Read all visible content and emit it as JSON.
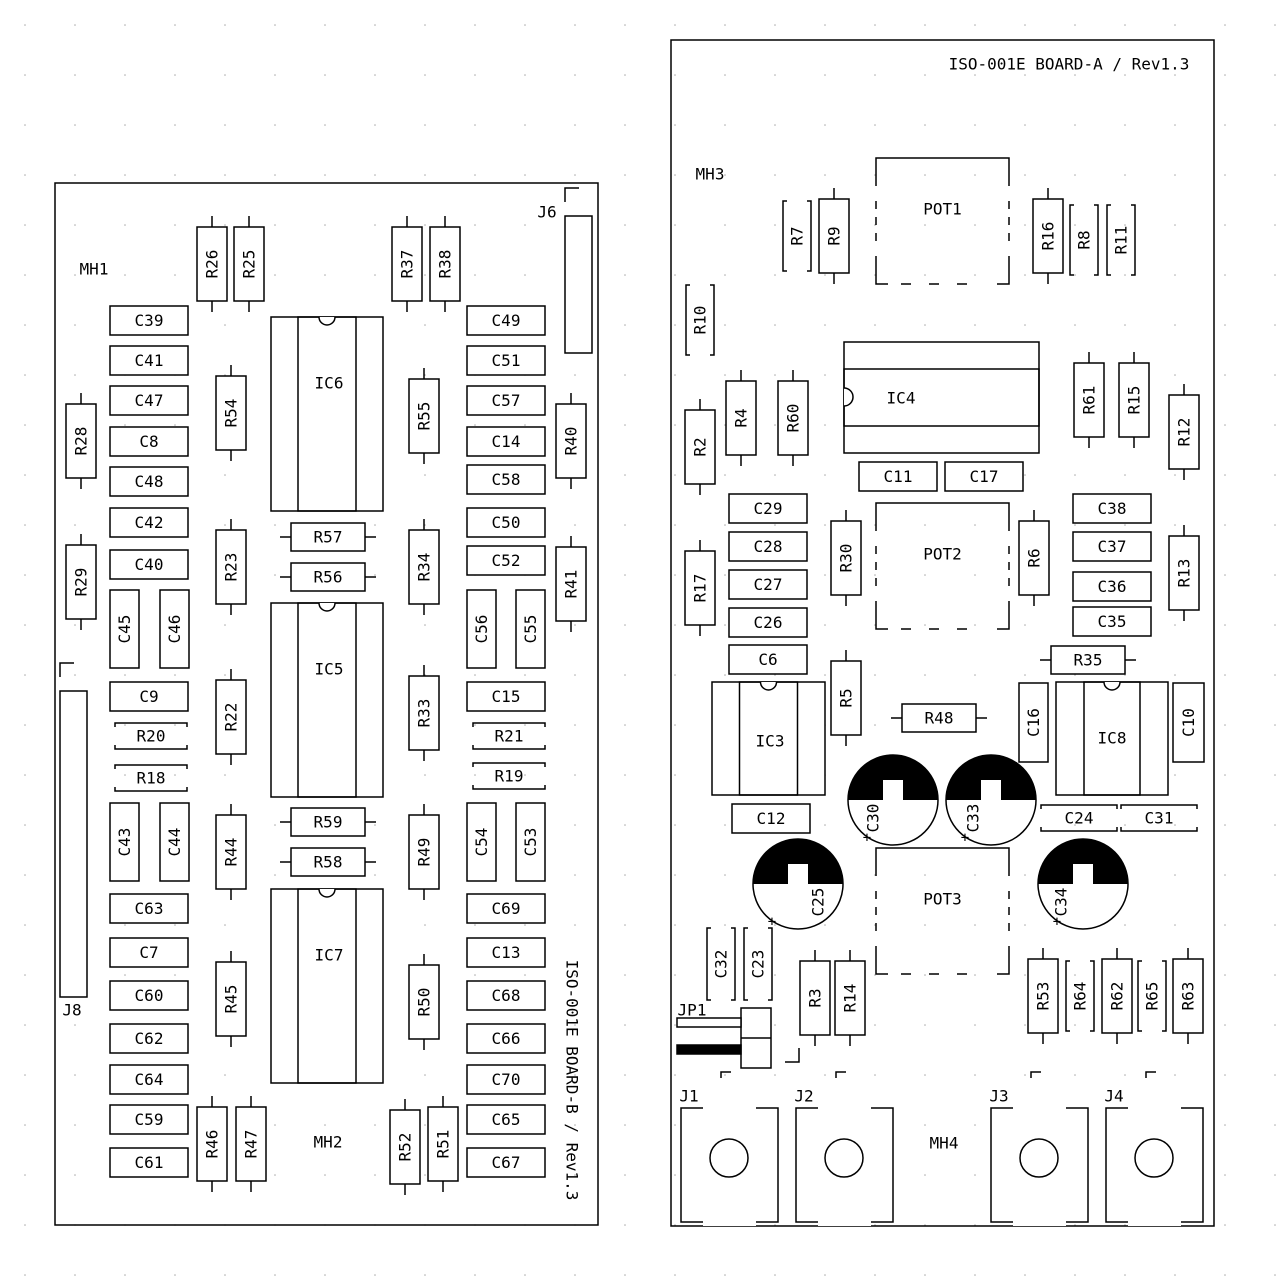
{
  "board_b": {
    "title": "ISO-001E BOARD-B / Rev1.3",
    "mounting_holes": [
      "MH1",
      "MH2"
    ],
    "connectors": [
      "J6",
      "J8"
    ],
    "ics": [
      "IC6",
      "IC5",
      "IC7"
    ],
    "resistors": [
      "R26",
      "R25",
      "R37",
      "R38",
      "R28",
      "R54",
      "R55",
      "R40",
      "R57",
      "R56",
      "R29",
      "R23",
      "R34",
      "R41",
      "R22",
      "R33",
      "R20",
      "R21",
      "R18",
      "R19",
      "R59",
      "R58",
      "R44",
      "R49",
      "R45",
      "R50",
      "R46",
      "R47",
      "R52",
      "R51"
    ],
    "capacitors": [
      "C39",
      "C41",
      "C47",
      "C8",
      "C48",
      "C42",
      "C40",
      "C45",
      "C46",
      "C9",
      "C43",
      "C44",
      "C63",
      "C7",
      "C60",
      "C62",
      "C64",
      "C59",
      "C61",
      "C49",
      "C51",
      "C57",
      "C14",
      "C58",
      "C50",
      "C52",
      "C56",
      "C55",
      "C15",
      "C54",
      "C53",
      "C69",
      "C13",
      "C68",
      "C66",
      "C70",
      "C65",
      "C67"
    ]
  },
  "board_a": {
    "title": "ISO-001E BOARD-A / Rev1.3",
    "mounting_holes": [
      "MH3",
      "MH4"
    ],
    "connectors": [
      "J1",
      "J2",
      "J3",
      "J4",
      "JP1"
    ],
    "ics": [
      "IC4",
      "IC3",
      "IC8"
    ],
    "pots": [
      "POT1",
      "POT2",
      "POT3"
    ],
    "resistors": [
      "R7",
      "R9",
      "R16",
      "R8",
      "R11",
      "R10",
      "R4",
      "R60",
      "R61",
      "R15",
      "R2",
      "R12",
      "R30",
      "R6",
      "R17",
      "R13",
      "R5",
      "R35",
      "R48",
      "R3",
      "R14",
      "R53",
      "R64",
      "R62",
      "R65",
      "R63"
    ],
    "capacitors": [
      "C11",
      "C17",
      "C29",
      "C28",
      "C27",
      "C26",
      "C6",
      "C38",
      "C37",
      "C36",
      "C35",
      "C16",
      "C10",
      "C12",
      "C24",
      "C31",
      "C32",
      "C23"
    ],
    "electrolytic_caps": [
      "C30",
      "C33",
      "C25",
      "C34"
    ]
  }
}
